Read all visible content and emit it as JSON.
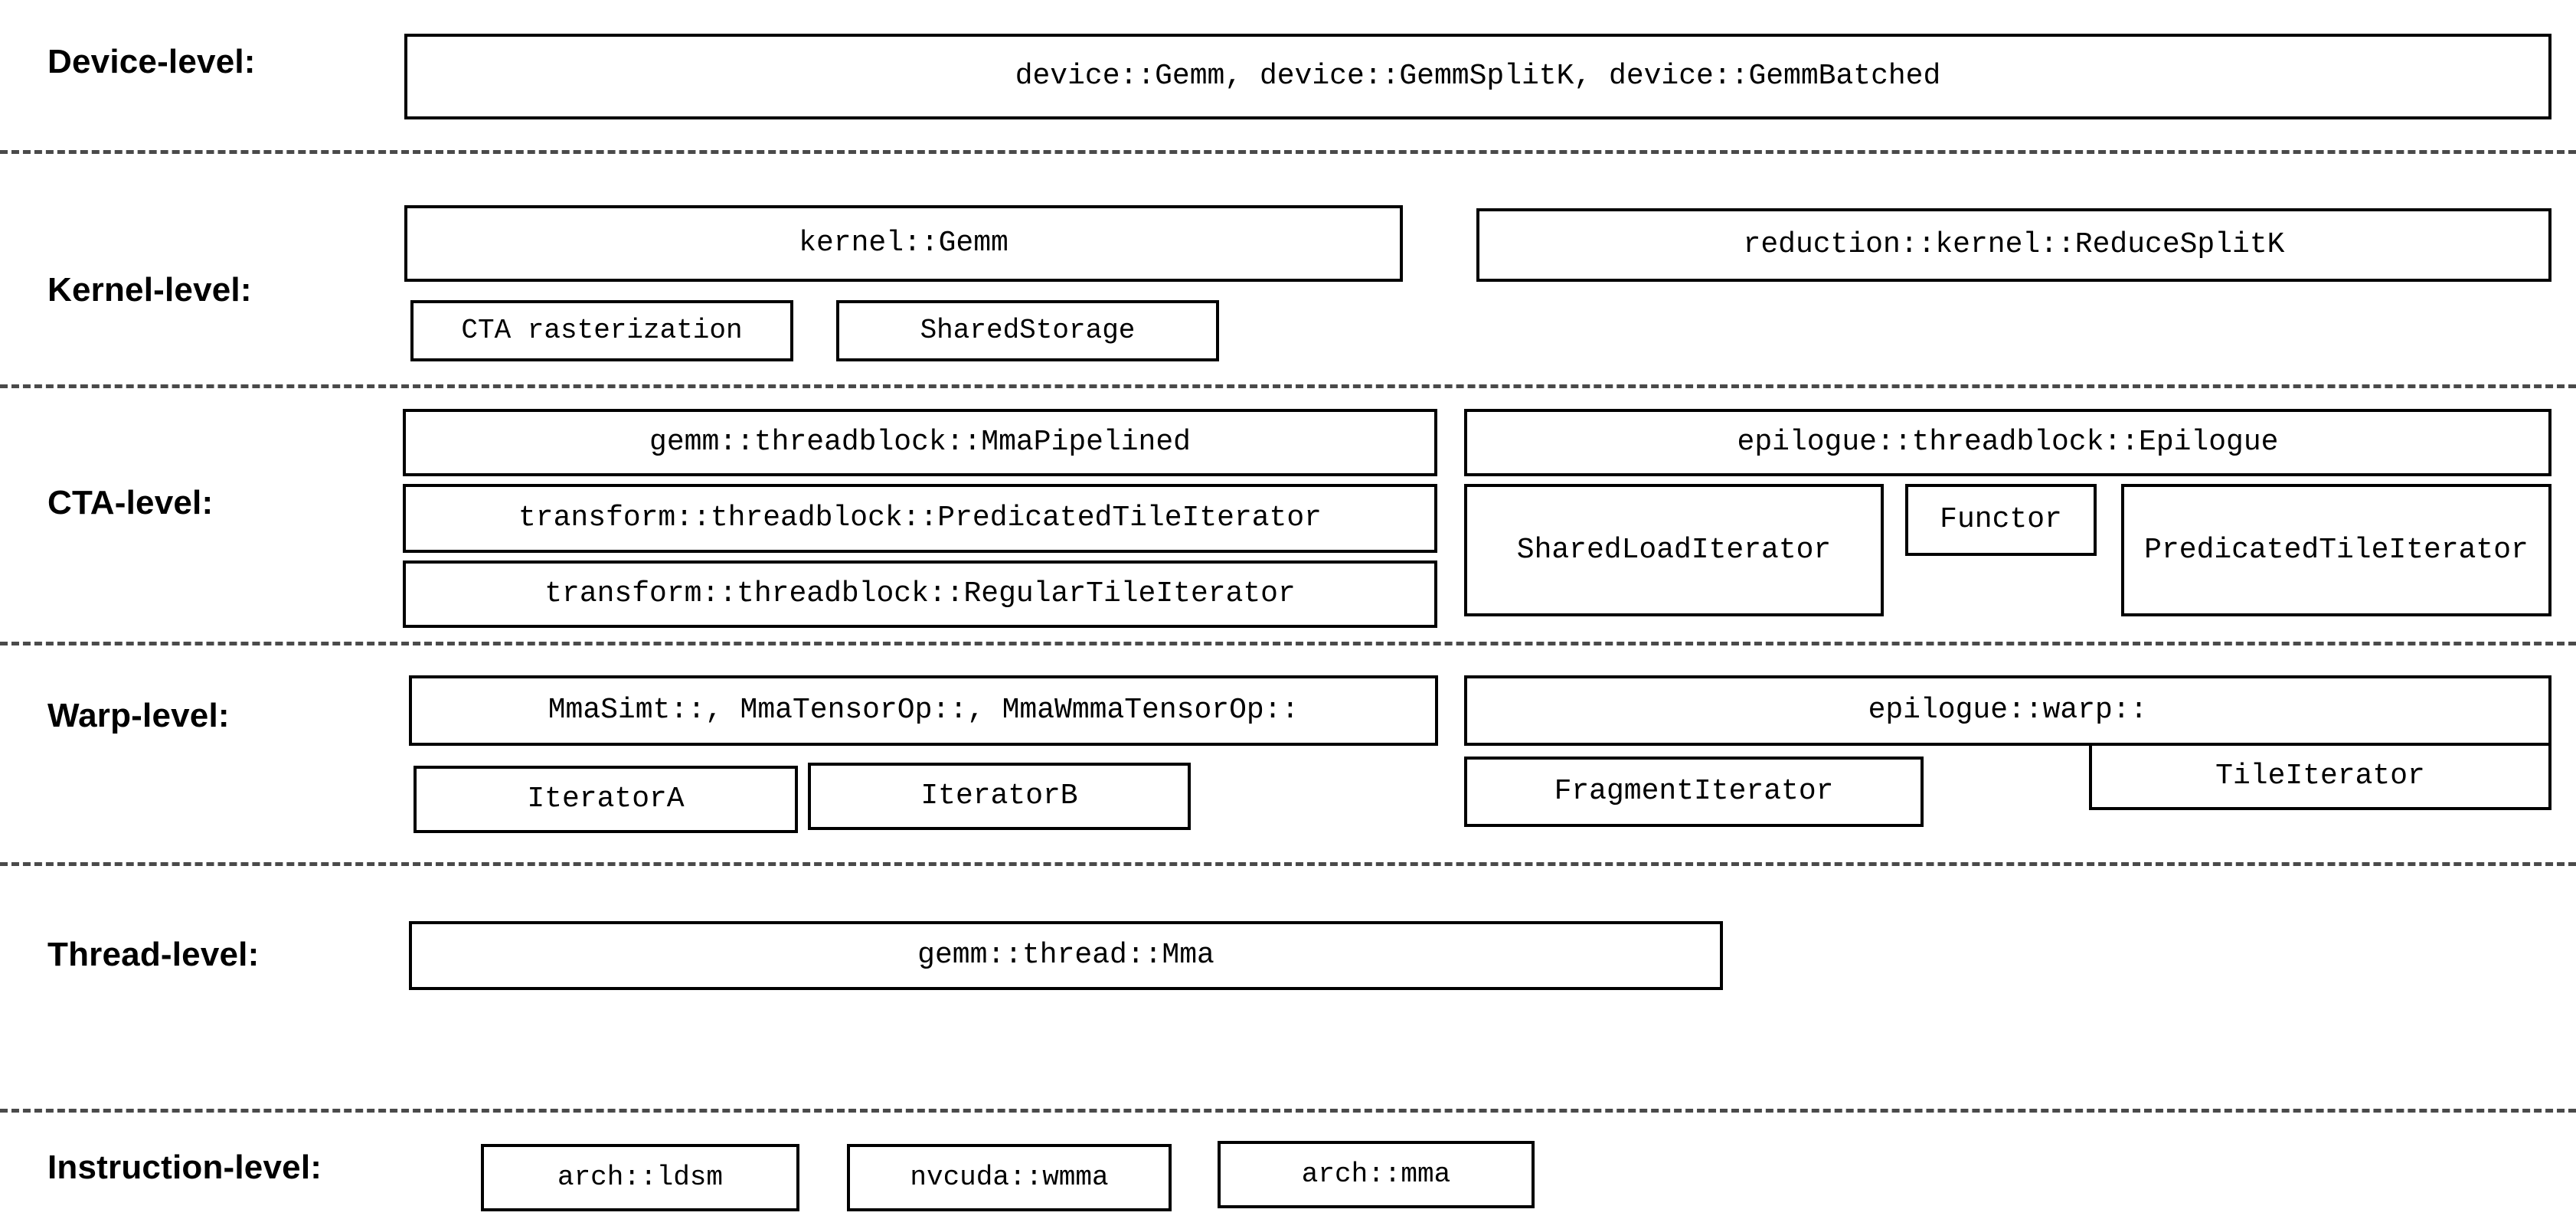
{
  "diagram": {
    "title": "CUTLASS GEMM software hierarchy",
    "levels": [
      {
        "id": "device",
        "label": "Device-level:",
        "boxes": [
          {
            "name": "device-gemm-box",
            "text": "device::Gemm, device::GemmSplitK, device::GemmBatched"
          }
        ]
      },
      {
        "id": "kernel",
        "label": "Kernel-level:",
        "boxes": [
          {
            "name": "kernel-gemm-box",
            "text": "kernel::Gemm"
          },
          {
            "name": "reduction-reducesplitk-box",
            "text": "reduction::kernel::ReduceSplitK"
          },
          {
            "name": "cta-rasterization-box",
            "text": "CTA rasterization"
          },
          {
            "name": "shared-storage-box",
            "text": "SharedStorage"
          }
        ]
      },
      {
        "id": "cta",
        "label": "CTA-level:",
        "boxes": [
          {
            "name": "mma-pipelined-box",
            "text": "gemm::threadblock::MmaPipelined"
          },
          {
            "name": "predicated-tile-iterator-box",
            "text": "transform::threadblock::PredicatedTileIterator"
          },
          {
            "name": "regular-tile-iterator-box",
            "text": "transform::threadblock::RegularTileIterator"
          },
          {
            "name": "epilogue-threadblock-box",
            "text": "epilogue::threadblock::Epilogue"
          },
          {
            "name": "shared-load-iterator-box",
            "text": "SharedLoadIterator"
          },
          {
            "name": "functor-box",
            "text": "Functor"
          },
          {
            "name": "epilogue-predicated-tile-iterator-box",
            "text": "PredicatedTileIterator"
          }
        ]
      },
      {
        "id": "warp",
        "label": "Warp-level:",
        "boxes": [
          {
            "name": "mma-variants-box",
            "text": "MmaSimt::, MmaTensorOp::, MmaWmmaTensorOp::"
          },
          {
            "name": "epilogue-warp-box",
            "text": "epilogue::warp::"
          },
          {
            "name": "iterator-a-box",
            "text": "IteratorA"
          },
          {
            "name": "iterator-b-box",
            "text": "IteratorB"
          },
          {
            "name": "fragment-iterator-box",
            "text": "FragmentIterator"
          },
          {
            "name": "tile-iterator-box",
            "text": "TileIterator"
          }
        ]
      },
      {
        "id": "thread",
        "label": "Thread-level:",
        "boxes": [
          {
            "name": "gemm-thread-mma-box",
            "text": "gemm::thread::Mma"
          }
        ]
      },
      {
        "id": "instruction",
        "label": "Instruction-level:",
        "boxes": [
          {
            "name": "arch-ldsm-box",
            "text": "arch::ldsm"
          },
          {
            "name": "nvcuda-wmma-box",
            "text": "nvcuda::wmma"
          },
          {
            "name": "arch-mma-box",
            "text": "arch::mma"
          }
        ]
      }
    ]
  }
}
